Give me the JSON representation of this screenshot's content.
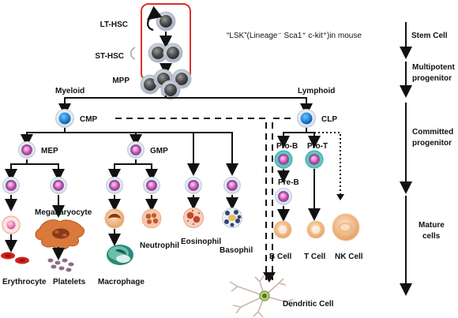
{
  "stem": {
    "lt_hsc": "LT-HSC",
    "st_hsc": "ST-HSC",
    "mpp": "MPP",
    "lsk_note": "“LSK”(Lineage⁻ Sca1⁺ c-kit⁺)in mouse"
  },
  "branches": {
    "myeloid": "Myeloid",
    "lymphoid": "Lymphoid"
  },
  "progenitors": {
    "cmp": "CMP",
    "clp": "CLP",
    "mep": "MEP",
    "gmp": "GMP",
    "pro_b": "Pro-B",
    "pro_t": "Pro-T",
    "pre_b": "Pre-B"
  },
  "mature": {
    "erythrocyte": "Erythrocyte",
    "platelets": "Platelets",
    "megakaryocyte": "Megakaryocyte",
    "macrophage": "Macrophage",
    "neutrophil": "Neutrophil",
    "eosinophil": "Eosinophil",
    "basophil": "Basophil",
    "b_cell": "B Cell",
    "t_cell": "T Cell",
    "nk_cell": "NK Cell",
    "dendritic_cell": "Dendritic  Cell"
  },
  "stages": {
    "stem_cell": "Stem Cell",
    "multipotent_1": "Multipotent",
    "multipotent_2": "progenitor",
    "committed_1": "Committed",
    "committed_2": "progenitor",
    "mature_1": "Mature",
    "mature_2": "cells"
  },
  "colors": {
    "highlight_box": "#d9312b",
    "stem_cell_fill": "#5a5a5a",
    "cmp_clp_core": "#1c7fd0",
    "progenitor_ring": "#7c3f94",
    "progenitor_core": "#e46ab5",
    "erythrocyte": "#d2221c",
    "platelet": "#8d6b84",
    "megakaryocyte": "#d9793b",
    "macrophage": "#2a8a78"
  }
}
